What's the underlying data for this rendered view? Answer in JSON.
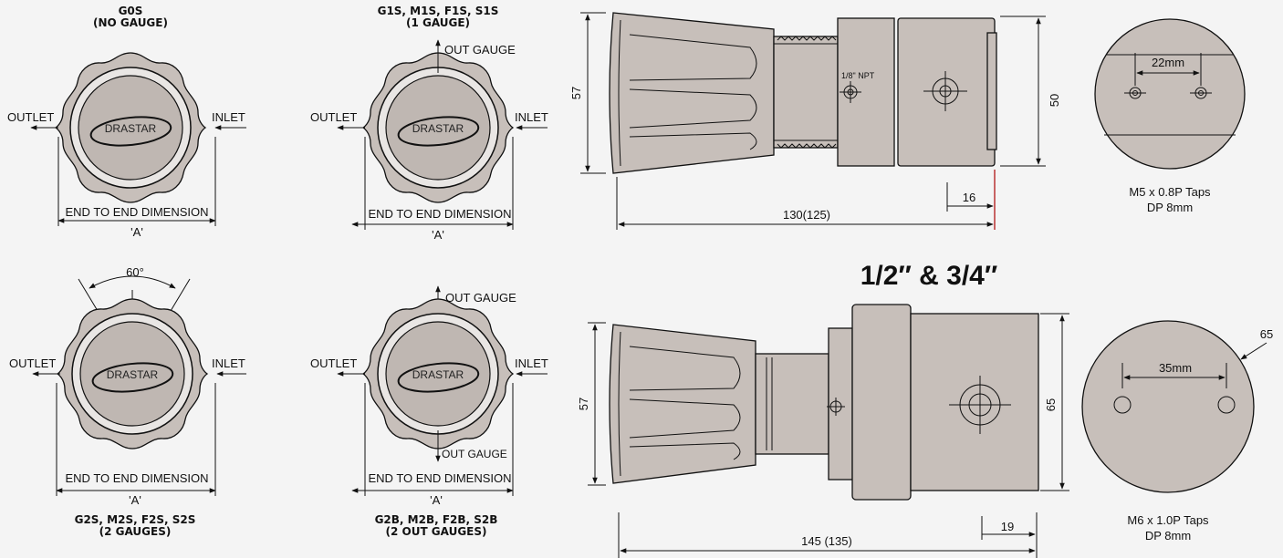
{
  "views": {
    "g0s": {
      "title_line1": "G0S",
      "title_line2": "(NO GAUGE)",
      "outlet": "OUTLET",
      "inlet": "INLET",
      "dim_label": "END TO END DIMENSION",
      "dim_symbol": "'A'",
      "brand": "DRASTAR"
    },
    "g1s": {
      "title_line1": "G1S, M1S, F1S, S1S",
      "title_line2": "(1 GAUGE)",
      "outlet": "OUTLET",
      "inlet": "INLET",
      "out_gauge": "OUT GAUGE",
      "dim_label": "END TO END DIMENSION",
      "dim_symbol": "'A'",
      "brand": "DRASTAR"
    },
    "g2s": {
      "angle": "60°",
      "outlet": "OUTLET",
      "inlet": "INLET",
      "dim_label": "END TO END DIMENSION",
      "dim_symbol": "'A'",
      "brand": "DRASTAR",
      "caption_line1": "G2S, M2S, F2S, S2S",
      "caption_line2": "(2 GAUGES)"
    },
    "g2b": {
      "out_gauge_top": "OUT GAUGE",
      "out_gauge_bottom": "OUT GAUGE",
      "outlet": "OUTLET",
      "inlet": "INLET",
      "dim_label": "END TO END DIMENSION",
      "dim_symbol": "'A'",
      "brand": "DRASTAR",
      "caption_line1": "G2B, M2B, F2B, S2B",
      "caption_line2": "(2 OUT GAUGES)"
    }
  },
  "side_small": {
    "height": "57",
    "height_right": "50",
    "port_label": "1/8\" NPT",
    "length": "130(125)",
    "offset": "16"
  },
  "face_small": {
    "spacing": "22mm",
    "note_line1": "M5 x 0.8P Taps",
    "note_line2": "DP 8mm"
  },
  "size_heading": "1/2″ & 3/4″",
  "side_large": {
    "height": "57",
    "height_right": "65",
    "length": "145 (135)",
    "offset": "19"
  },
  "face_large": {
    "spacing": "35mm",
    "diameter": "65",
    "note_line1": "M6 x 1.0P Taps",
    "note_line2": "DP 8mm"
  }
}
